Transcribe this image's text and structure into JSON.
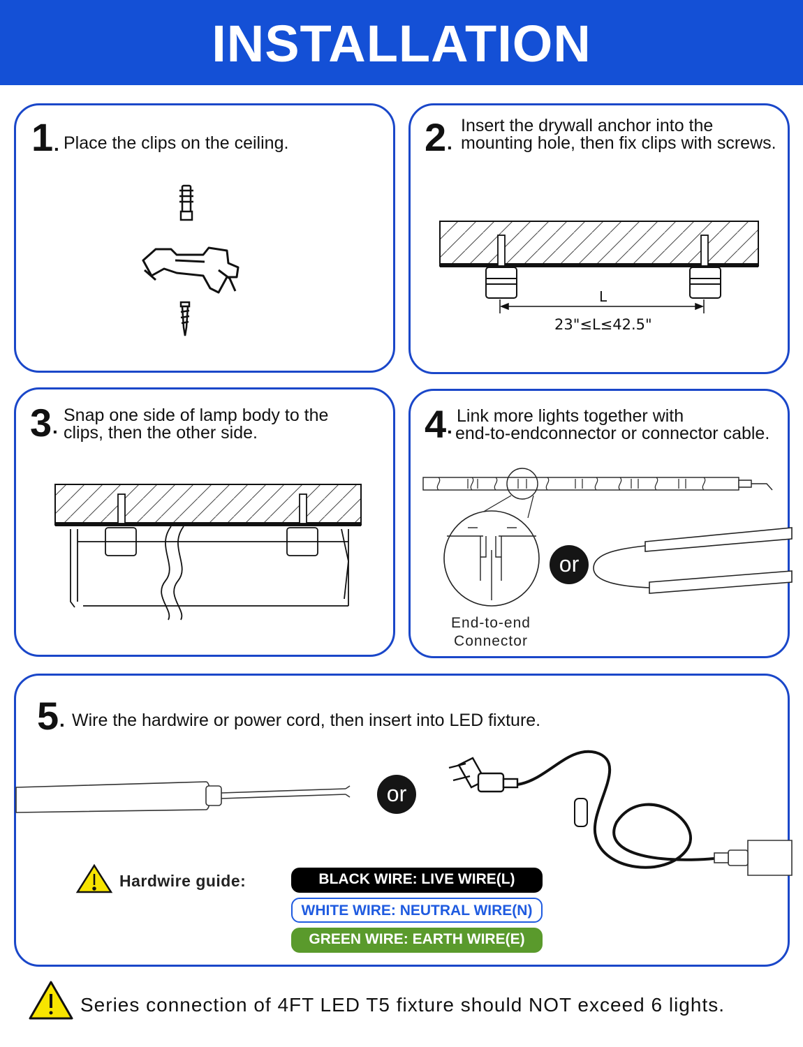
{
  "header": {
    "title": "INSTALLATION"
  },
  "steps": [
    {
      "number": "1",
      "text_lines": [
        "Place the clips on the ceiling."
      ]
    },
    {
      "number": "2",
      "text_lines": [
        "Insert the drywall anchor into the",
        "mounting hole, then fix clips with screws."
      ],
      "dimension_label": "L",
      "dimension_range": "23\"≤L≤42.5\""
    },
    {
      "number": "3",
      "text_lines": [
        "Snap one side of lamp body to the",
        "clips, then the other side."
      ]
    },
    {
      "number": "4",
      "text_lines": [
        "Link more lights together with",
        "end-to-endconnector or connector cable."
      ],
      "or_label": "or",
      "connector_caption": [
        "End-to-end",
        "Connector"
      ]
    },
    {
      "number": "5",
      "text_lines": [
        "Wire the hardwire or power cord, then insert into LED fixture."
      ],
      "or_label": "or",
      "hardwire_guide": {
        "label": "Hardwire guide:",
        "wires": [
          {
            "text": "BLACK WIRE: LIVE WIRE(L)",
            "color": "#000000"
          },
          {
            "text": "WHITE WIRE: NEUTRAL WIRE(N)",
            "color": "#1f5be0"
          },
          {
            "text": "GREEN WIRE: EARTH WIRE(E)",
            "color": "#5a9a2c"
          }
        ]
      }
    }
  ],
  "warning_note": "Series connection of 4FT LED T5 fixture should NOT exceed 6 lights.",
  "colors": {
    "header": "#1450d6",
    "panel_border": "#1a47c9",
    "warning_yellow": "#f7e400"
  }
}
